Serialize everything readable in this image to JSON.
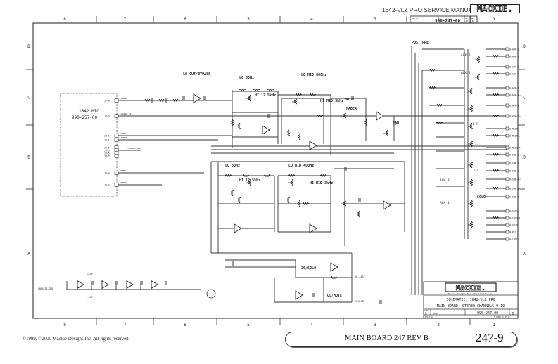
{
  "header": {
    "manual_title": "1642-VLZ PRO SERVICE MANUAL",
    "brand": "MACKIE.",
    "dwg_no_label": "DWG NO.",
    "dwg_no": "990-247-00",
    "sht_label": "SHT",
    "sht": "9",
    "rev_label": "REV",
    "rev": "B"
  },
  "grid": {
    "columns": [
      "8",
      "7",
      "6",
      "5",
      "4",
      "3",
      "2",
      "1"
    ],
    "rows": [
      "D",
      "C",
      "B",
      "A"
    ]
  },
  "connector_block": {
    "name": "1642 MIC",
    "part_no": "990-257-00",
    "pins": [
      "J3-6",
      "J3-9",
      "J3-10",
      "J3-12",
      "J3-1",
      "J3-3",
      "J3-5",
      "J3-7",
      "J3-4",
      "J3-2"
    ],
    "nets": [
      "LOGIN9",
      "LOGIN9-10",
      "LINE9",
      "LINE10",
      "CHASSIS-GND",
      "TRIM9",
      "TRIM10"
    ]
  },
  "section_labels": {
    "lo_cut": "LO CUT/BYPASS",
    "lo_eq_top": "LO 80Hz",
    "hi_eq_top": "HI 12.5kHz",
    "lo_mid_top": "LO MID 800Hz",
    "hi_mid_top": "HI MID 3kHz",
    "mute": "MUTE",
    "fader": "FADER",
    "pan": "PAN",
    "post_pre": "POST/PRE",
    "lo_eq_bot": "LO 80Hz",
    "hi_eq_bot": "HI 12.5kHz",
    "lo_mid_bot": "LO MID 400Hz",
    "hi_mid_bot": "HI MID 3kHz",
    "solo_label": "-20/SOLO",
    "ol_mute": "OL/MUTE",
    "solo": "SOLO",
    "aux_labels": [
      "AUX 1",
      "AUX 2",
      "AUX 3",
      "AUX 4"
    ],
    "bus_labels": [
      "L-R",
      "1-2",
      "3-4"
    ]
  },
  "outputs": [
    "B-AUX-1",
    "B-AUX-1",
    "B-AUX-2",
    "B-AUX-2",
    "B-AUX-3",
    "B-AUX-3-4",
    "B-AUX-4",
    "B-AUX-3-4",
    "B-MAIN",
    "B-MAIN-L",
    "B-MAIN-R",
    "B-SUB-1-2",
    "B-SUB-1",
    "B-SUB-2",
    "B-SUB-3-4",
    "B-SUB-3",
    "B-SUB-4",
    "B-SOLO-L",
    "B-SOLO-R",
    "B-SOLO",
    "B-PFL",
    "B-LOGIC"
  ],
  "bottom_nets": [
    "CHASSIS-GND",
    "+15V",
    "-15V",
    "OL-LED",
    "SIG-LED",
    "OL/MUTE"
  ],
  "title_block": {
    "company": "Mackie Designs Inc. Woodinville, Wa.",
    "schematic_title": "SCHEMATIC, 1642-VLZ PRO",
    "subtitle": "MAIN BOARD, STEREO CHANNELS 9-10",
    "size_label": "SIZE",
    "size": "B",
    "scale": "NONE",
    "dwg_no": "990-247-00",
    "rev": "B",
    "rev_file_label": "REV FILE",
    "sheet_label": "SHEET 9 OF 17"
  },
  "footer": {
    "copyright": "©1999, ©2000 Mackie Designs Inc. All rights reserved",
    "board": "MAIN BOARD 247 REV B",
    "page": "247-9"
  }
}
